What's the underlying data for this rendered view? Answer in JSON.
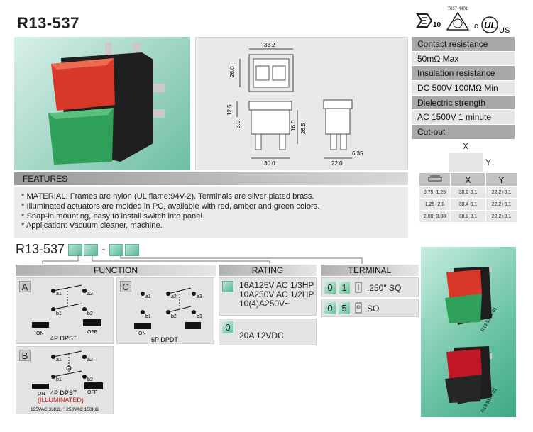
{
  "title": "R13-537",
  "certs": {
    "enec": "10",
    "vde": "7037-4401",
    "ul": "US"
  },
  "specs": [
    {
      "kind": "head",
      "text": "Contact resistance"
    },
    {
      "kind": "val",
      "text": "50mΩ Max"
    },
    {
      "kind": "head",
      "text": "Insulation resistance"
    },
    {
      "kind": "val",
      "text": "DC 500V 100MΩ Min"
    },
    {
      "kind": "head",
      "text": "Dielectric strength"
    },
    {
      "kind": "val",
      "text": "AC 1500V 1 minute"
    },
    {
      "kind": "head",
      "text": "Cut-out"
    }
  ],
  "cutout": {
    "x": "X",
    "y": "Y"
  },
  "dims": {
    "w1": "33.2",
    "h1": "26.0",
    "d1": "12.5",
    "d2": "3.0",
    "d3": "16.0",
    "d4": "26.5",
    "w2": "30.0",
    "w3": "22.0",
    "t": "6.35"
  },
  "features": {
    "heading": "FEATURES",
    "lines": [
      "* MATERIAL:  Frames are nylon (UL flame:94V-2). Terminals are silver plated brass.",
      "* Illuminated actuators are molded in PC, available with red, amber and green colors.",
      "* Snap-in mounting, easy to install switch into panel.",
      "* Application: Vacuum cleaner, machine."
    ]
  },
  "cut_table": {
    "header": [
      "",
      "X",
      "Y"
    ],
    "rows": [
      [
        "0.75~1.25",
        "30.2-0.1",
        "22.2+0.1"
      ],
      [
        "1.25~2.0",
        "30.4-0.1",
        "22.2+0.1"
      ],
      [
        "2.00~3.00",
        "30.8-0.1",
        "22.2+0.1"
      ]
    ]
  },
  "model": {
    "prefix": "R13-537",
    "dash": "-"
  },
  "function": {
    "heading": "FUNCTION",
    "a": {
      "letter": "A",
      "label": "4P DPST",
      "on": "ON",
      "off": "OFF",
      "pins": [
        "a1",
        "a2",
        "b1",
        "b2"
      ]
    },
    "b": {
      "letter": "B",
      "label": "4P DPST",
      "illum": "(ILLUMINATED)",
      "note": "125VAC 33KΩ／ 250VAC 150KΩ",
      "on": "ON",
      "off": "OFF",
      "pins": [
        "a1",
        "a2",
        "b1",
        "b2"
      ]
    },
    "c": {
      "letter": "C",
      "label": "6P DPDT",
      "on": "ON",
      "pins": [
        "a1",
        "a2",
        "a3",
        "b1",
        "b2",
        "b3"
      ]
    }
  },
  "rating": {
    "heading": "RATING",
    "r1": [
      "16A125V AC 1/3HP",
      "10A250V AC 1/2HP",
      "10(4)A250V~"
    ],
    "r2_code": "0",
    "r2": "20A 12VDC"
  },
  "terminal": {
    "heading": "TERMINAL",
    "t1": {
      "d1": "0",
      "d2": "1",
      "label": ".250\" SQ"
    },
    "t2": {
      "d1": "0",
      "d2": "5",
      "label": "SO"
    }
  },
  "photo_labels": {
    "top": "R13-537A-01",
    "bottom": "R13-537B-01"
  }
}
